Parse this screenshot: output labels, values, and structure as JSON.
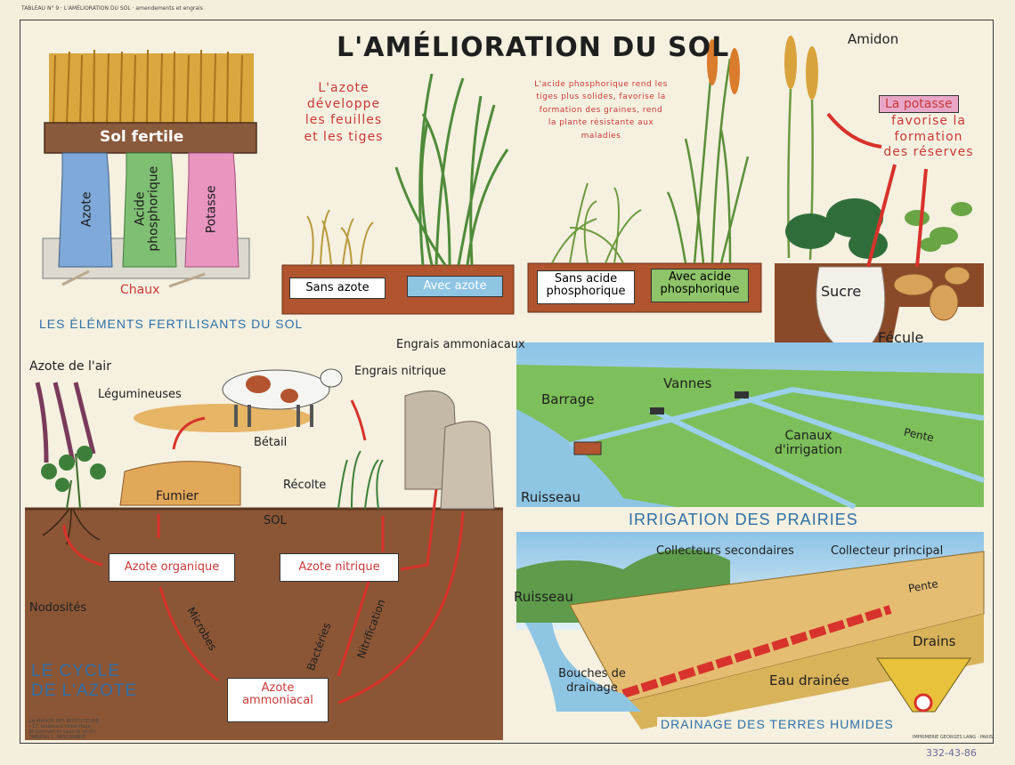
{
  "header": {
    "top_note": "TABLEAU N° 9 · L'AMÉLIORATION DU SOL · amendements et engrais",
    "title": "L'AMÉLIORATION DU SOL"
  },
  "fertilisants": {
    "soil_label": "Sol fertile",
    "bags": [
      "Azote",
      "Acide phosphorique",
      "Potasse"
    ],
    "base_label": "Chaux",
    "section_title": "LES ÉLÉMENTS FERTILISANTS DU SOL"
  },
  "azote_plants": {
    "caption": "L'azote développe les feuilles et les tiges",
    "without": "Sans azote",
    "with": "Avec azote"
  },
  "phosphore_plants": {
    "caption": "L'acide phosphorique rend les tiges plus solides, favorise la formation des graines, rend la plante résistante aux maladies",
    "without": "Sans acide phosphorique",
    "with": "Avec acide phosphorique"
  },
  "potasse": {
    "amidon": "Amidon",
    "box": "La potasse",
    "caption": "favorise la formation des réserves",
    "sucre": "Sucre",
    "fecule": "Fécule"
  },
  "cycle": {
    "azote_air": "Azote de l'air",
    "legumineuses": "Légumineuses",
    "betail": "Bétail",
    "engrais_ammoniacaux": "Engrais ammoniacaux",
    "engrais_nitrique": "Engrais nitrique",
    "fumier": "Fumier",
    "recolte": "Récolte",
    "sol": "SOL",
    "azote_organique": "Azote organique",
    "azote_nitrique": "Azote nitrique",
    "nodosites": "Nodosités",
    "microbes": "Microbes",
    "bacteries": "Bactéries",
    "nitrification": "Nitrification",
    "azote_ammoniacal": "Azote ammoniacal",
    "title_line1": "LE CYCLE",
    "title_line2": "DE L'AZOTE",
    "publisher": "LA MAISON DES INSTITUTEURS · 17, boulevard Victor-Hugo · St-Germain-en-Laye (S.-et-O.)",
    "footer_left": "TABLEAU 1, ANSCOMBRE"
  },
  "irrigation": {
    "barrage": "Barrage",
    "vannes": "Vannes",
    "canaux": "Canaux d'irrigation",
    "pente": "Pente",
    "ruisseau": "Ruisseau",
    "title": "IRRIGATION DES PRAIRIES"
  },
  "drainage": {
    "collecteurs_secondaires": "Collecteurs secondaires",
    "collecteur_principal": "Collecteur principal",
    "pente": "Pente",
    "ruisseau": "Ruisseau",
    "drains": "Drains",
    "eau_drainee": "Eau drainée",
    "bouches": "Bouches de drainage",
    "title": "DRAINAGE DES TERRES HUMIDES",
    "printer": "IMPRIMERIE GEORGES LANG · PARIS",
    "stamp": "332-43-86"
  },
  "colors": {
    "paper": "#f5f0df",
    "soil": "#8a5a3c",
    "title_blue": "#2f6fa8",
    "red": "#c93a3a",
    "green": "#4e9a4a"
  }
}
